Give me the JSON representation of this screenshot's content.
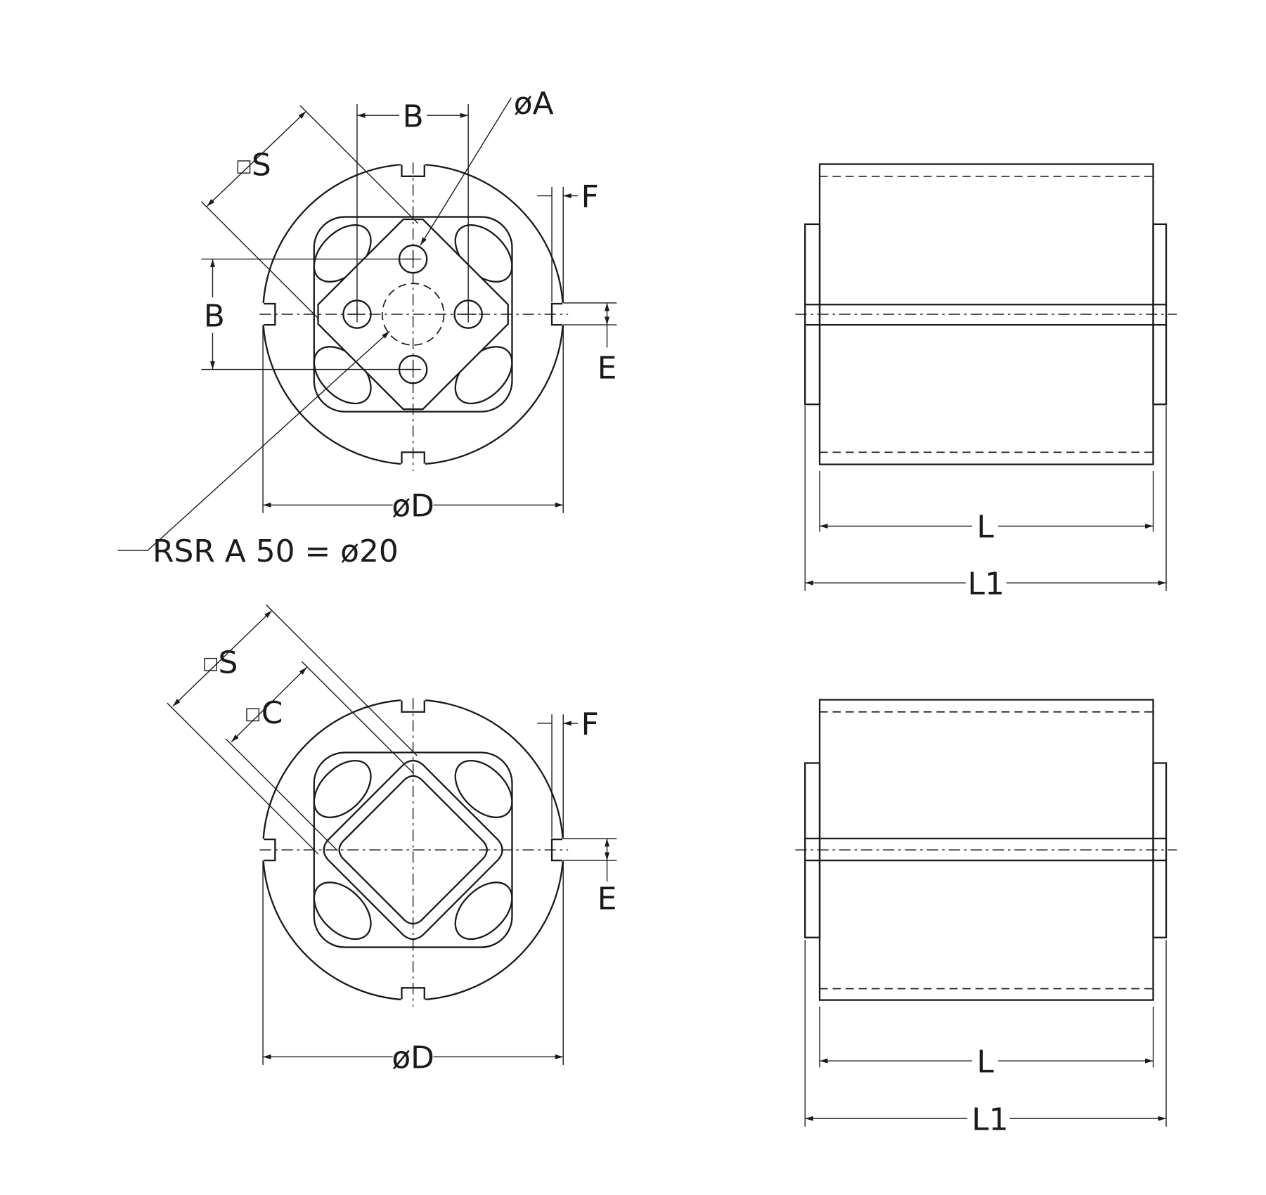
{
  "drawing": {
    "labels": {
      "dim_B": "B",
      "dim_A": "øA",
      "dim_S": "S",
      "dim_C": "C",
      "dim_F": "F",
      "dim_E": "E",
      "dim_D": "øD",
      "dim_L": "L",
      "dim_L1": "L1",
      "note": "RSR A 50 = ø20"
    },
    "colors": {
      "line": "#1a1a1a",
      "background": "#ffffff"
    }
  }
}
